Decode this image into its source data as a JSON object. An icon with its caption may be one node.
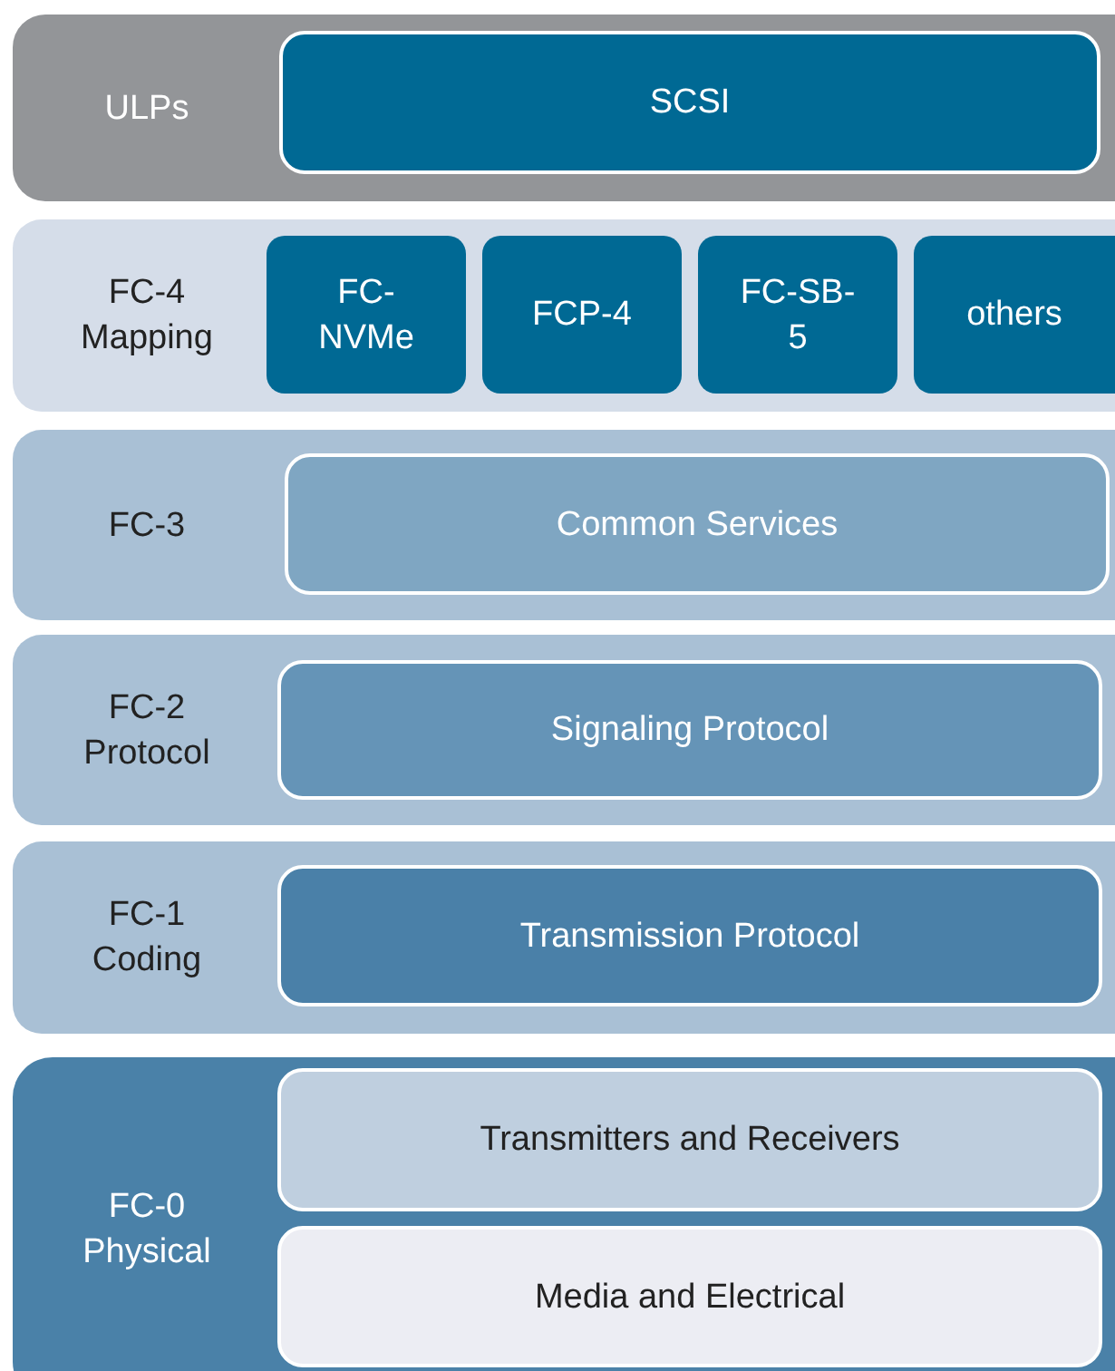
{
  "diagram": {
    "nodes": [
      {
        "text": [
          "ULPs"
        ]
      },
      {
        "text": [
          "SCSI"
        ],
        "in": 0
      },
      {
        "text": [
          "FC-4 Mapping"
        ]
      },
      {
        "text": [
          "FC-NVMe"
        ],
        "in": 2
      },
      {
        "text": [
          "FCP-4"
        ],
        "in": 2
      },
      {
        "text": [
          "FC-SB-5"
        ],
        "in": 2
      },
      {
        "text": [
          "others"
        ],
        "in": 2
      },
      {
        "text": [
          "FC-3"
        ]
      },
      {
        "text": [
          "Common Services"
        ],
        "in": 7
      },
      {
        "text": [
          "FC-2 Protocol"
        ]
      },
      {
        "text": [
          "Signaling Protocol"
        ],
        "in": 9
      },
      {
        "text": [
          "FC-1 Coding"
        ]
      },
      {
        "text": [
          "Transmission Protocol"
        ],
        "in": 11
      },
      {
        "text": [
          "FC-0 Physical"
        ]
      },
      {
        "text": [
          "Transmitters and Receivers"
        ],
        "in": 13
      },
      {
        "text": [
          "Media and Electrical"
        ],
        "in": 13
      }
    ]
  }
}
